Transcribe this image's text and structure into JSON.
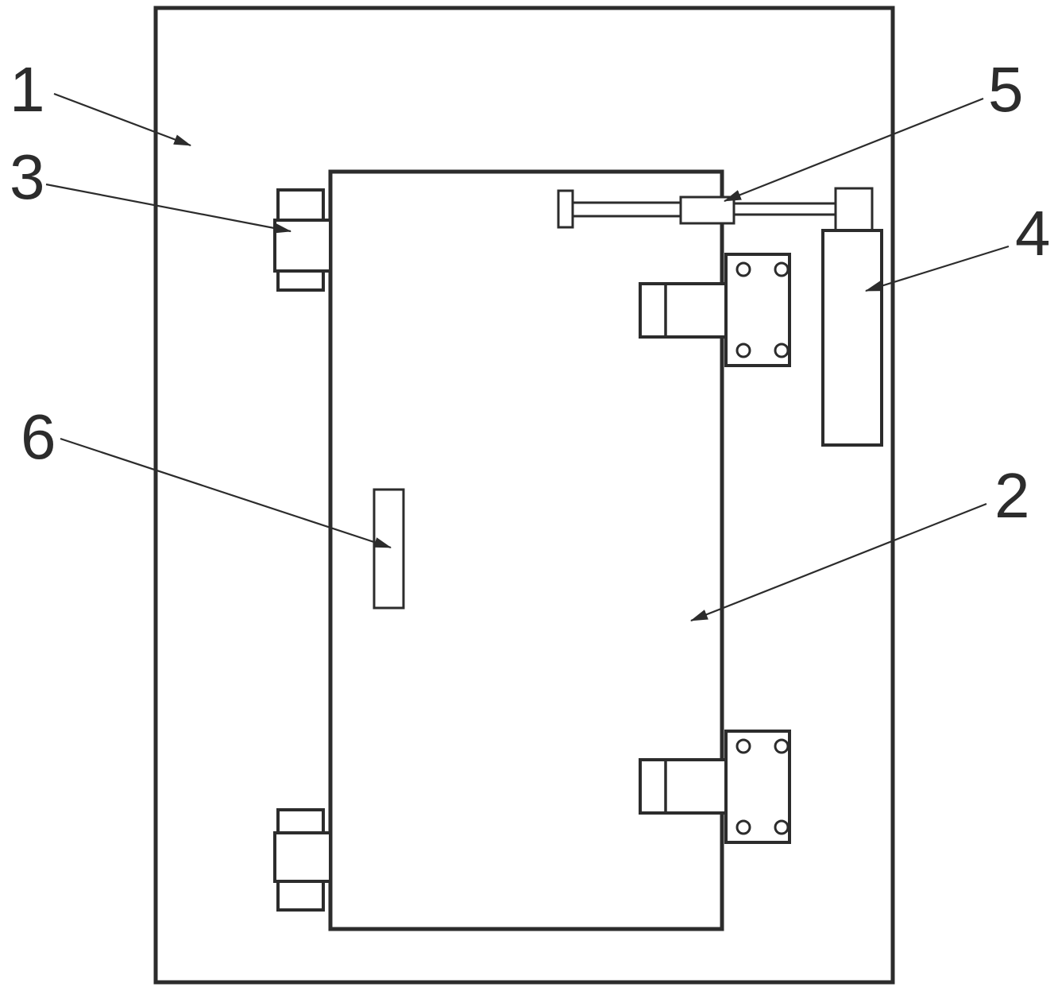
{
  "figure": {
    "colors": {
      "background": "#ffffff",
      "line": "#2c2c2c"
    },
    "callouts": [
      {
        "label": "1"
      },
      {
        "label": "2"
      },
      {
        "label": "3"
      },
      {
        "label": "4"
      },
      {
        "label": "5"
      },
      {
        "label": "6"
      }
    ]
  }
}
